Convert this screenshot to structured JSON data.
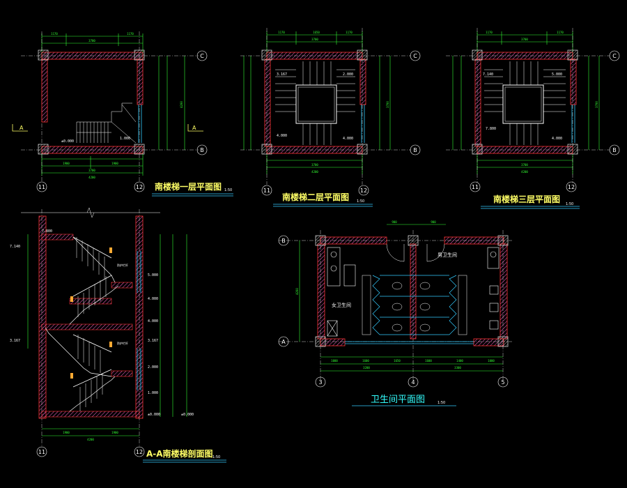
{
  "titles": {
    "plan1": "南楼梯一层平面图",
    "plan2": "南楼梯二层平面图",
    "plan3": "南楼梯三层平面图",
    "section": "A-A南楼梯剖面图",
    "toilet": "卫生间平面图",
    "scale": "1:50"
  },
  "grids": {
    "g11": "11",
    "g12": "12",
    "gA": "A",
    "gB": "B",
    "gC": "C",
    "g3": "3",
    "g4": "4",
    "g5": "5"
  },
  "rooms": {
    "female": "女卫生间",
    "male": "男卫生间"
  },
  "section_marker": "A",
  "plan1_dims": {
    "top_a": "1170",
    "top_b": "1170",
    "top_total": "3700",
    "bot_a": "1900",
    "bot_b": "1900",
    "bot_total": "3700",
    "bot_axis": "4200",
    "right": "4200",
    "lvl_a": "±0.000",
    "lvl_b": "1.000"
  },
  "plan2_dims": {
    "top_a": "1170",
    "top_b": "1650",
    "top_c": "1170",
    "top_total": "3700",
    "bot_total": "3700",
    "bot_axis": "4200",
    "right": "3700",
    "lvl_a": "3.167",
    "lvl_b": "2.000",
    "lvl_c": "4.000",
    "lvl_d": "4.000"
  },
  "plan3_dims": {
    "top_a": "1170",
    "top_b": "1170",
    "top_total": "3700",
    "bot_total": "3700",
    "bot_axis": "4200",
    "right": "3700",
    "lvl_a": "7.140",
    "lvl_b": "5.000",
    "lvl_c": "7.800",
    "lvl_d": "4.000"
  },
  "section_levels": [
    "7.800",
    "7.140",
    "5.000",
    "4.000",
    "3.167",
    "2.000",
    "1.000",
    "±0.000",
    "±0.000",
    "3.167"
  ],
  "section_dims": {
    "bot_a": "1900",
    "bot_b": "1900",
    "bot_total": "4200"
  },
  "section_notes": {
    "rail1": "防护栏杆",
    "rail2": "防护栏杆"
  },
  "toilet_dims": {
    "top_a": "900",
    "top_b": "900",
    "left": "4200",
    "bot": [
      "1000",
      "1600",
      "1650",
      "1600",
      "1400",
      "1000"
    ],
    "bot_total_a": "3200",
    "bot_total_b": "3300"
  },
  "colors": {
    "wall": "#ff3333",
    "hatch": "#ff66cc",
    "stair": "#ffffff",
    "dim": "#33ff33",
    "axis": "#ffffff",
    "window": "#33ccff",
    "column": "#cccccc"
  }
}
